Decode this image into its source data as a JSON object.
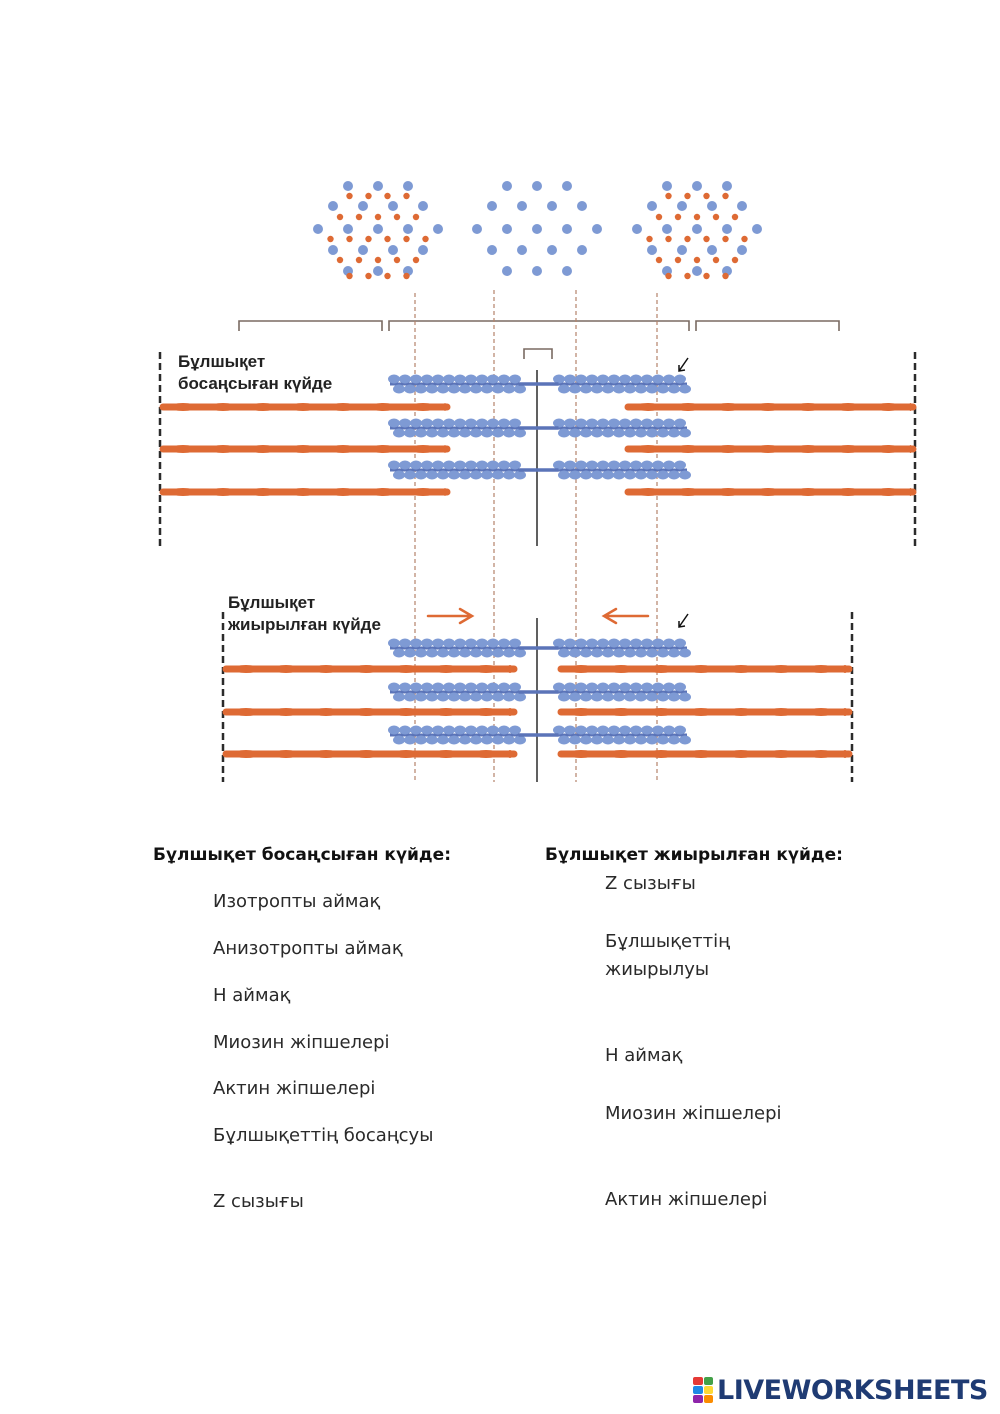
{
  "diagram": {
    "labels": {
      "relaxed_state": [
        "Бұлшықет",
        "босаңсыған күйде"
      ],
      "contracted_state": [
        "Бұлшықет",
        "жиырылған күйде"
      ]
    },
    "colors": {
      "actin": "#de6a34",
      "myosin": "#7e9ad4",
      "myosin_core": "#5b74b8",
      "guide_lines": "#b5836a",
      "brackets": "#7a6a62",
      "z_line": "#2b2b2b"
    }
  },
  "relaxed_list": {
    "heading": "Бұлшықет босаңсыған күйде:",
    "items": [
      "Изотропты аймақ",
      "Анизотропты аймақ",
      "Н аймақ",
      "Миозин жіпшелері",
      "Актин жіпшелері",
      "Бұлшықеттің босаңсуы",
      "Z сызығы"
    ]
  },
  "contracted_list": {
    "heading": "Бұлшықет жиырылған күйде:",
    "items": [
      "Z сызығы",
      "Бұлшықеттің",
      "жиырылуы",
      "Н аймақ",
      "Миозин жіпшелері",
      "Актин жіпшелері"
    ]
  },
  "brand": {
    "name": "LIVEWORKSHEETS",
    "logo_colors": [
      "#e53935",
      "#43a047",
      "#1e88e5",
      "#fdd835",
      "#8e24aa",
      "#fb8c00"
    ]
  }
}
